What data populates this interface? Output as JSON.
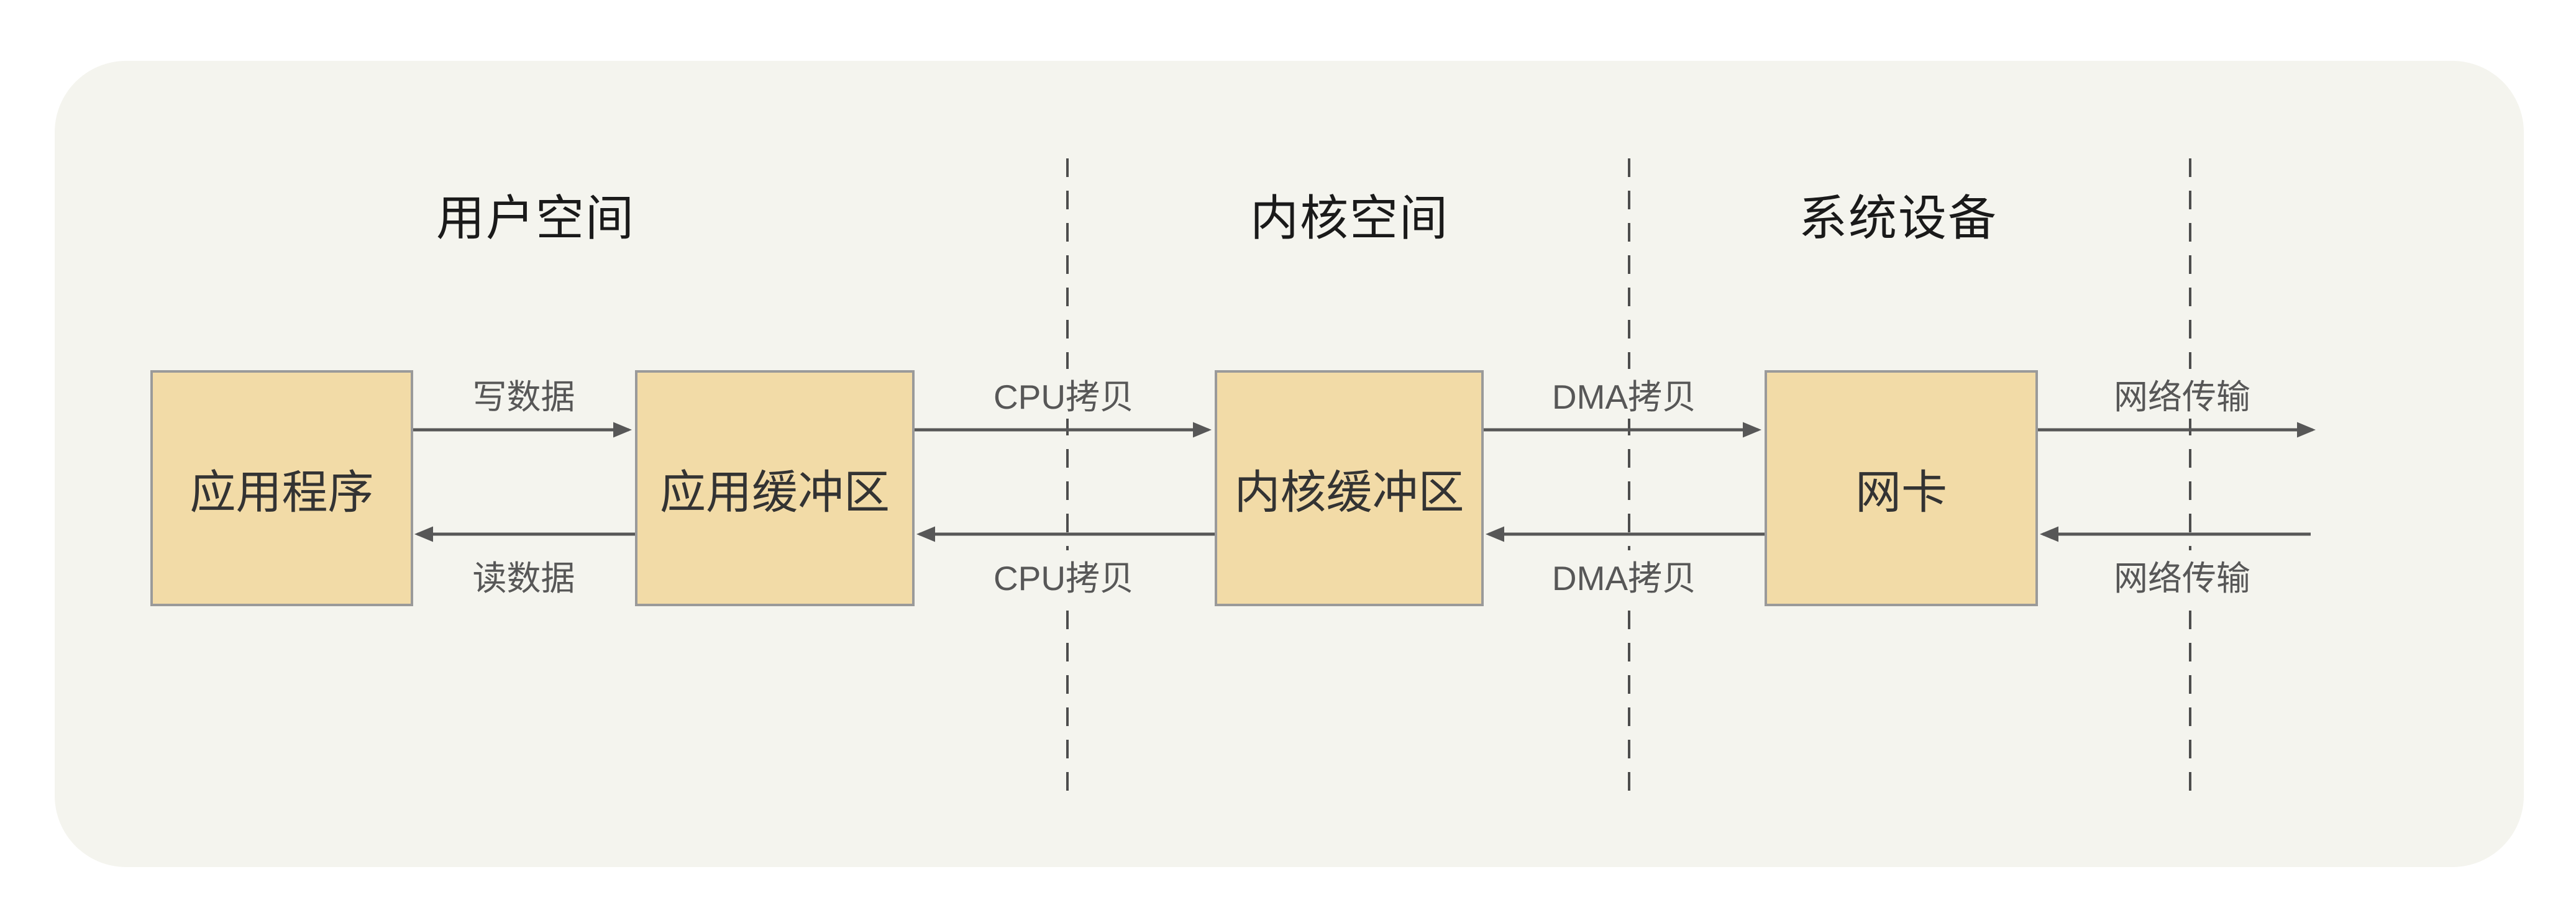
{
  "diagram": {
    "sections": [
      {
        "label": "用户空间"
      },
      {
        "label": "内核空间"
      },
      {
        "label": "系统设备"
      }
    ],
    "nodes": [
      {
        "label": "应用程序"
      },
      {
        "label": "应用缓冲区"
      },
      {
        "label": "内核缓冲区"
      },
      {
        "label": "网卡"
      }
    ],
    "flows_top": [
      {
        "label": "写数据",
        "direction": "right"
      },
      {
        "label": "CPU拷贝",
        "direction": "right"
      },
      {
        "label": "DMA拷贝",
        "direction": "right"
      },
      {
        "label": "网络传输",
        "direction": "right"
      }
    ],
    "flows_bottom": [
      {
        "label": "读数据",
        "direction": "left"
      },
      {
        "label": "CPU拷贝",
        "direction": "left"
      },
      {
        "label": "DMA拷贝",
        "direction": "left"
      },
      {
        "label": "网络传输",
        "direction": "left"
      }
    ],
    "colors": {
      "panel_bg": "#F4F4EE",
      "node_fill": "#F2DBA7",
      "node_border": "#9A9A9A",
      "arrow": "#575757",
      "separator": "#4D4D4D",
      "section_text": "#1A1A1A",
      "node_text": "#333333",
      "flow_text": "#575757"
    }
  }
}
